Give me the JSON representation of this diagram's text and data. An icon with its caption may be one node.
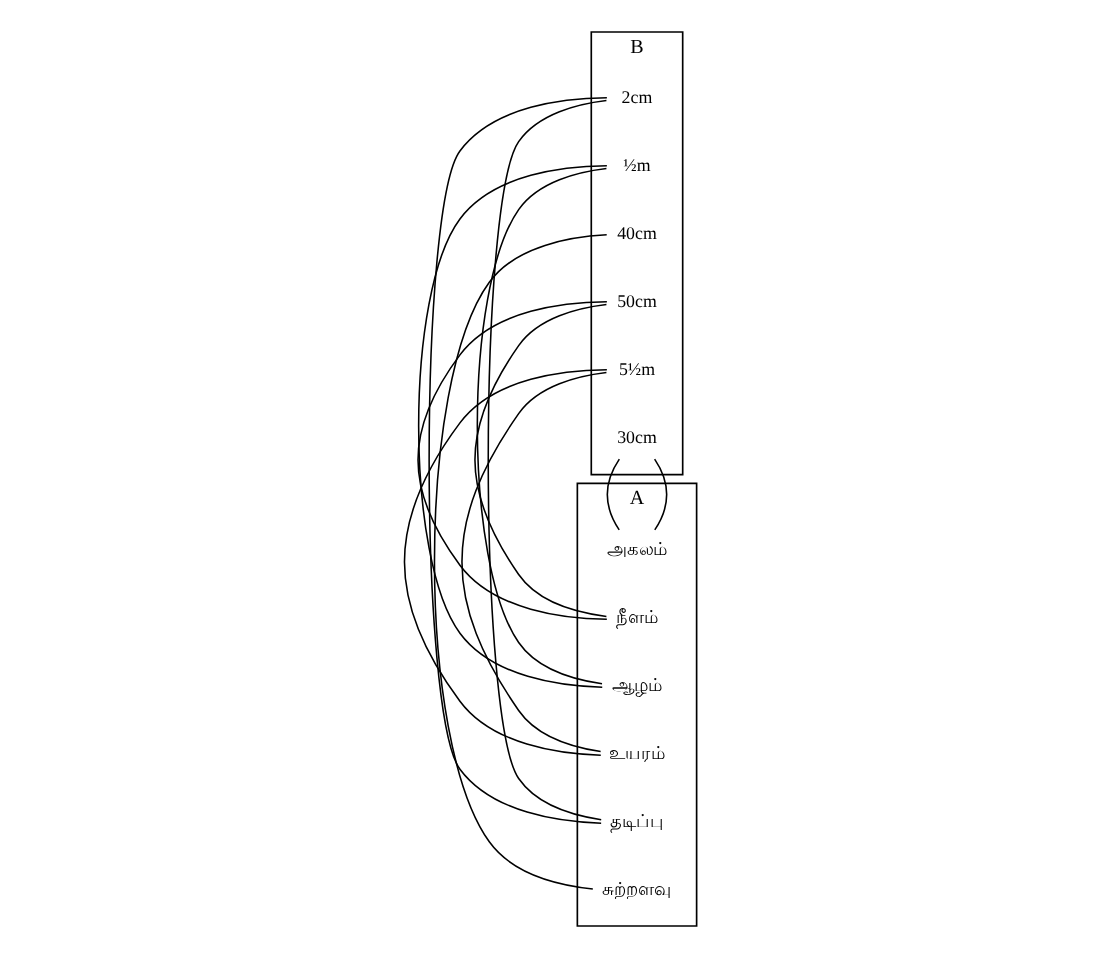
{
  "diagram": {
    "nodes": [
      {
        "text": [
          "A"
        ]
      },
      {
        "text": [
          "சுற்றளவு"
        ],
        "in": 0
      },
      {
        "text": [
          "தடிப்பு"
        ],
        "in": 0
      },
      {
        "text": [
          "உயரம்"
        ],
        "in": 0
      },
      {
        "text": [
          "ஆழம்"
        ],
        "in": 0
      },
      {
        "text": [
          "நீளம்"
        ],
        "in": 0
      },
      {
        "text": [
          "அகலம்"
        ],
        "in": 0
      },
      {
        "text": [
          "B"
        ]
      },
      {
        "text": [
          "30cm"
        ],
        "in": 7
      },
      {
        "text": [
          "5½m"
        ],
        "in": 7
      },
      {
        "text": [
          "50cm"
        ],
        "in": 7
      },
      {
        "text": [
          "40cm"
        ],
        "in": 7
      },
      {
        "text": [
          "½m"
        ],
        "in": 7
      },
      {
        "text": [
          "2cm"
        ],
        "in": 7
      }
    ],
    "edges": [
      {
        "from": 1,
        "to": 11,
        "arrow": "none"
      },
      {
        "from": 2,
        "to": 13,
        "arrow": "none"
      },
      {
        "from": 3,
        "to": 9,
        "arrow": "none"
      },
      {
        "from": 4,
        "to": 12,
        "arrow": "none"
      },
      {
        "from": 5,
        "to": 10,
        "arrow": "none"
      },
      {
        "from": 6,
        "to": 8,
        "arrow": "none"
      }
    ]
  }
}
